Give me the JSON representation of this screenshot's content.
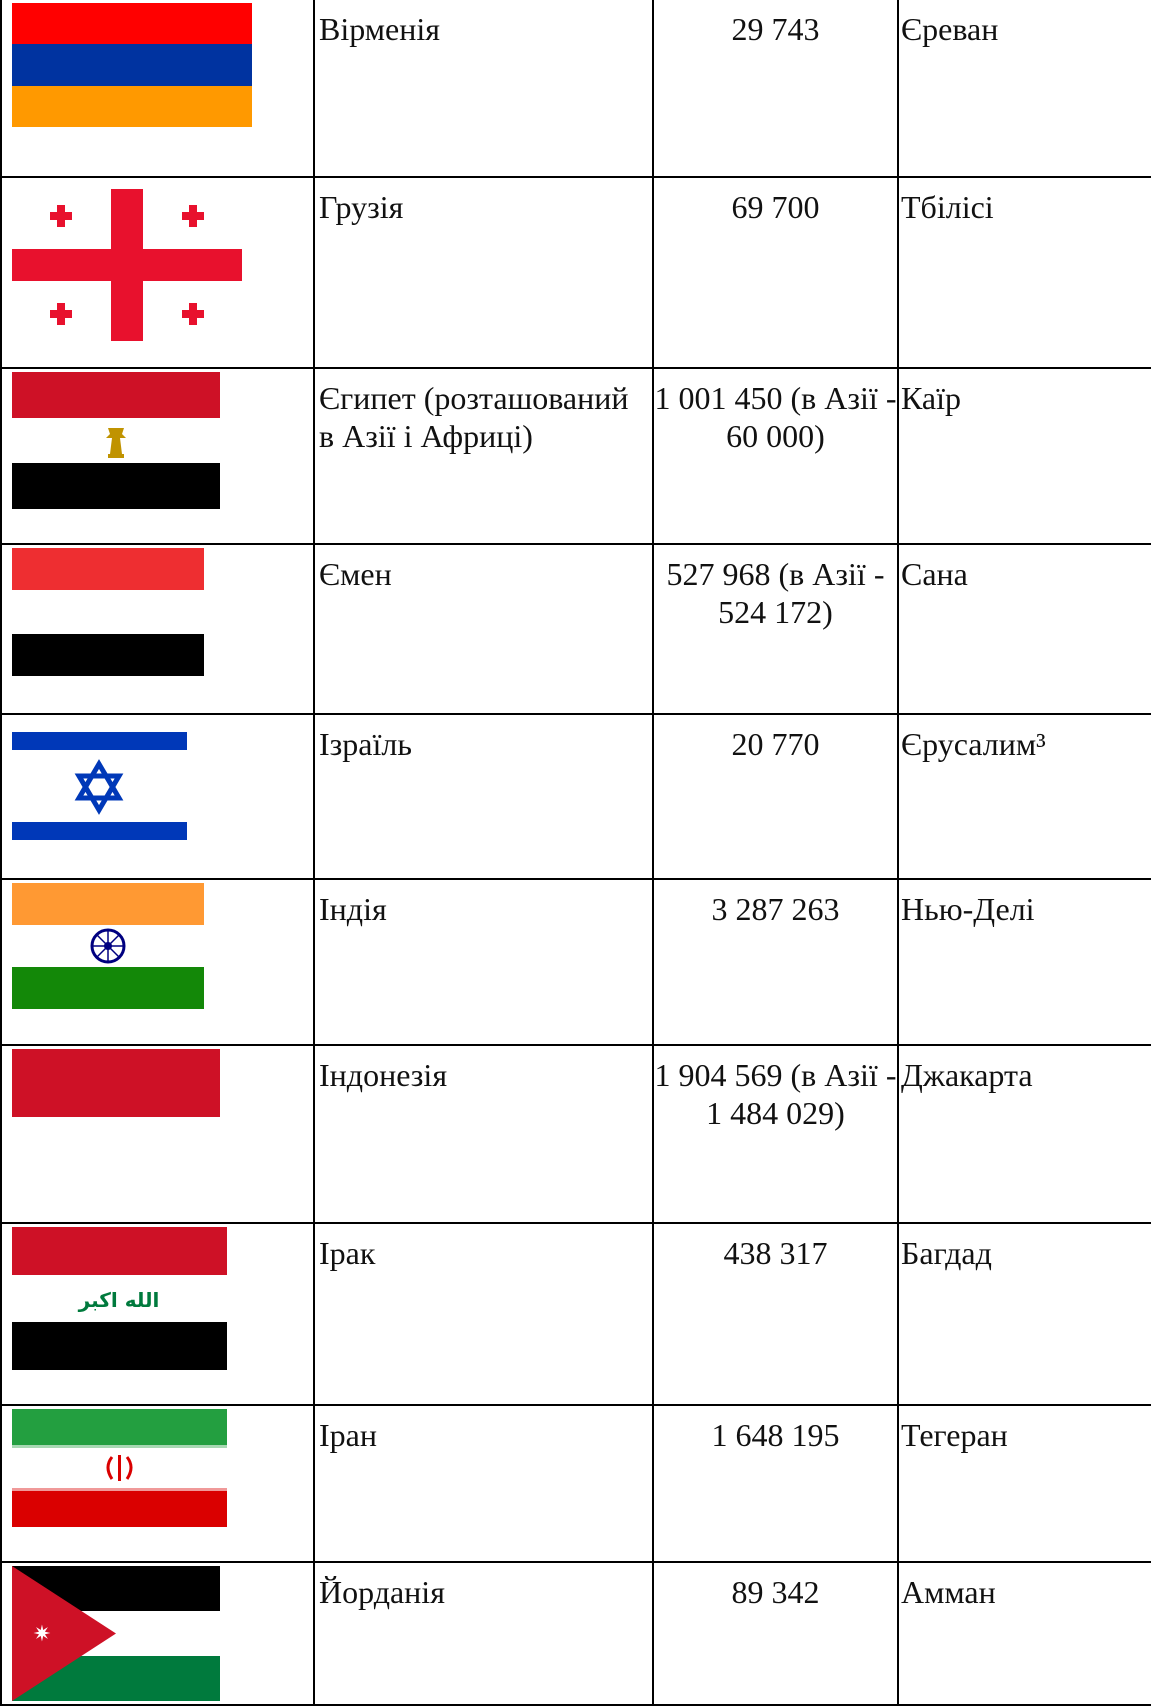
{
  "table": {
    "rows": [
      {
        "flag": "armenia-flag",
        "name": "Вірменія",
        "area": "29 743",
        "capital": "Єреван",
        "flag_colors": [
          "#ff0000",
          "#0033a0",
          "#ff9900"
        ]
      },
      {
        "flag": "georgia-flag",
        "name": "Грузія",
        "area": "69 700",
        "capital": "Тбілісі",
        "flag_colors": [
          "#ffffff",
          "#e8112d"
        ]
      },
      {
        "flag": "egypt-flag",
        "name": "Єгипет (розташований в Азії і Африці)",
        "area": "1 001 450 (в Азії - 60 000)",
        "capital": "Каїр",
        "flag_colors": [
          "#ce1126",
          "#ffffff",
          "#000000",
          "#c09300"
        ]
      },
      {
        "flag": "yemen-flag",
        "name": "Ємен",
        "area": "527 968 (в Азії - 524 172)",
        "capital": "Сана",
        "flag_colors": [
          "#ee2e31",
          "#ffffff",
          "#000000"
        ]
      },
      {
        "flag": "israel-flag",
        "name": "Ізраїль",
        "area": "20 770",
        "capital": "Єрусалим³",
        "flag_colors": [
          "#ffffff",
          "#0038b8"
        ]
      },
      {
        "flag": "india-flag",
        "name": "Індія",
        "area": "3 287 263",
        "capital": "Нью-Делі",
        "flag_colors": [
          "#ff9933",
          "#ffffff",
          "#138808",
          "#000080"
        ]
      },
      {
        "flag": "indonesia-flag",
        "name": "Індонезія",
        "area": "1 904 569 (в Азії - 1 484 029)",
        "capital": "Джакарта",
        "flag_colors": [
          "#ce1126",
          "#ffffff"
        ]
      },
      {
        "flag": "iraq-flag",
        "name": "Ірак",
        "area": "438 317",
        "capital": "Багдад",
        "flag_colors": [
          "#ce1126",
          "#ffffff",
          "#000000",
          "#007a3d"
        ]
      },
      {
        "flag": "iran-flag",
        "name": "Іран",
        "area": "1 648 195",
        "capital": "Тегеран",
        "flag_colors": [
          "#239f40",
          "#ffffff",
          "#da0000"
        ]
      },
      {
        "flag": "jordan-flag",
        "name": "Йорданія",
        "area": "89 342",
        "capital": "Амман",
        "flag_colors": [
          "#000000",
          "#ffffff",
          "#007a3d",
          "#ce1126"
        ]
      }
    ],
    "iraq_flag_script": "الله اكبر"
  }
}
